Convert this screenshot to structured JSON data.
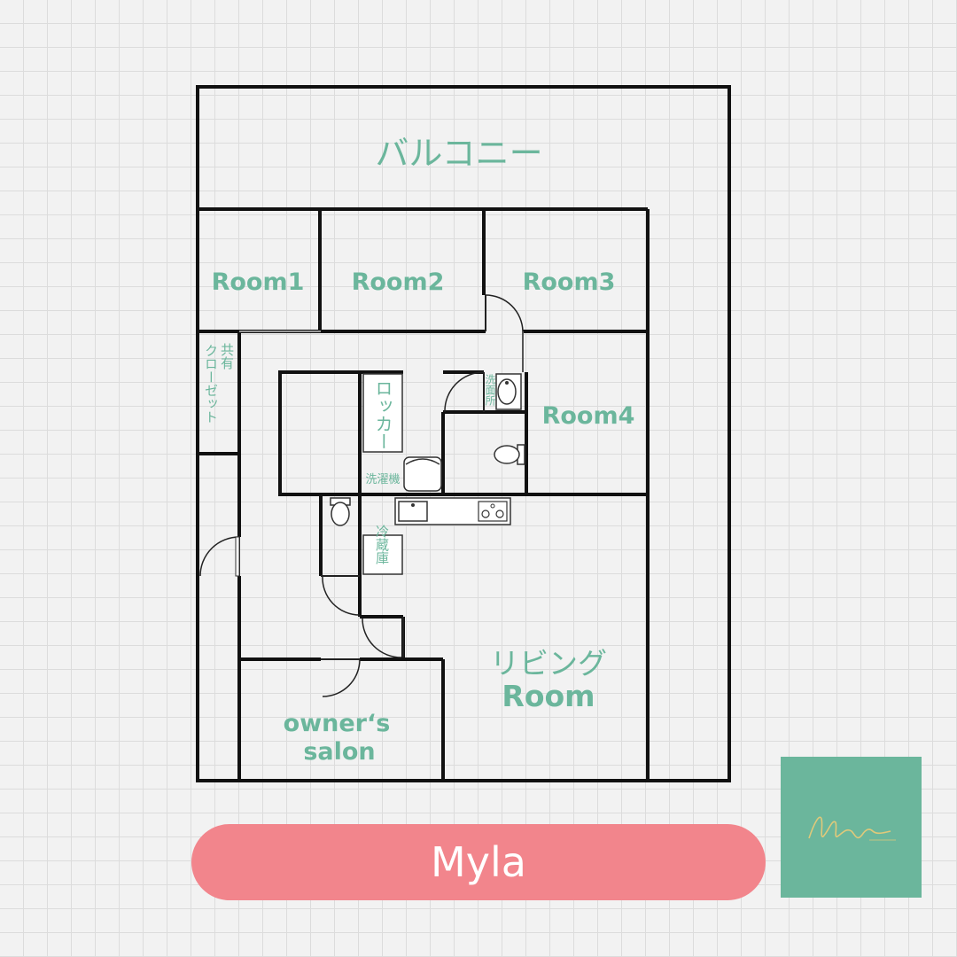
{
  "labels": {
    "balcony": "バルコニー",
    "room1": "Room1",
    "room2": "Room2",
    "room3": "Room3",
    "room4": "Room4",
    "shared_closet_1": "共有",
    "shared_closet_2": "クローゼット",
    "locker": "ロッカー",
    "washroom": "洗面所",
    "washing_machine": "洗濯機",
    "fridge": "冷蔵庫",
    "living_1": "リビング",
    "living_2": "Room",
    "owners_1": "owner‘s",
    "owners_2": "salon"
  },
  "brand": {
    "name": "Myla"
  },
  "colors": {
    "accent_green": "#6bb69c",
    "pill_pink": "#f2858c",
    "wall": "#111111"
  },
  "icons": [
    "toilet-icon",
    "washbasin-icon",
    "washing-machine-icon",
    "sink-icon",
    "stove-icon",
    "myla-logo"
  ]
}
